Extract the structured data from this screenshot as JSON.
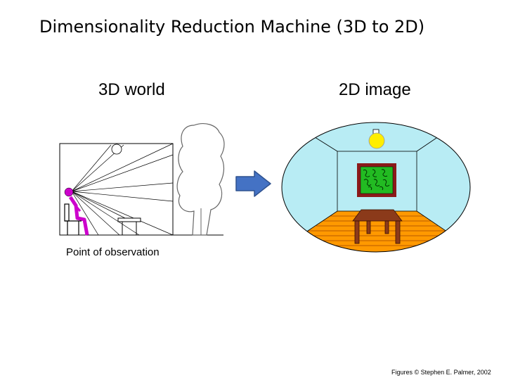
{
  "slide": {
    "title": "Dimensionality Reduction Machine (3D to 2D)",
    "label_3d": "3D world",
    "label_2d": "2D image",
    "observation_label": "Point of observation",
    "credit": "Figures © Stephen E. Palmer, 2002"
  },
  "colors": {
    "observer": "#cc00cc",
    "arrow_fill": "#4472c4",
    "arrow_stroke": "#2f528f",
    "wall": "#b8ecf4",
    "floor": "#ff9900",
    "table": "#8b3a1a",
    "picture_frame": "#8b1a1a",
    "picture_fill": "#22bb22",
    "lamp": "#ffee00"
  }
}
